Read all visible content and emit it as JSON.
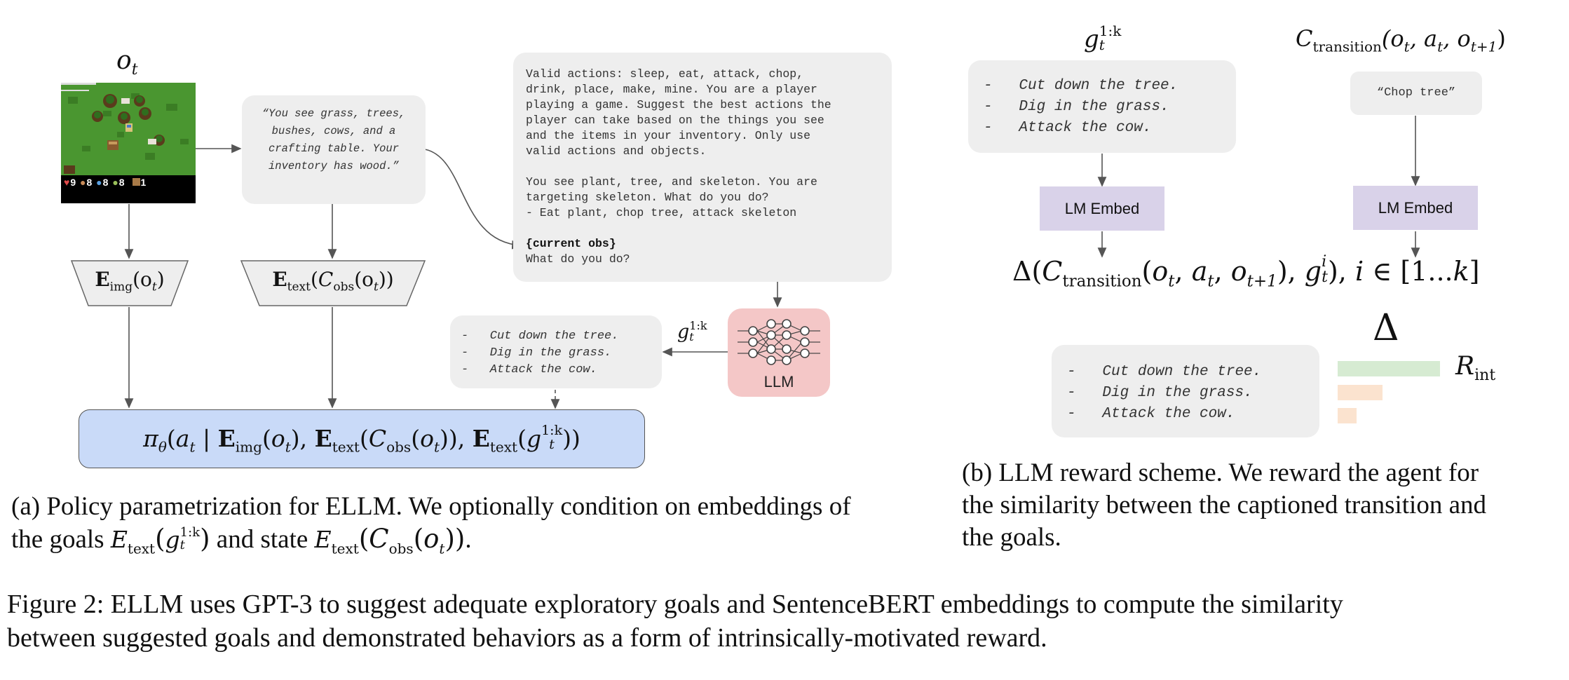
{
  "left": {
    "obs_label": "o",
    "obs_sub": "t",
    "hud": {
      "health": "9",
      "food": "8",
      "drink": "8",
      "energy": "8",
      "wood": "1"
    },
    "caption_quote": "“You see grass, trees, bushes, cows, and a crafting table. Your inventory has wood.”",
    "prompt": {
      "line1": "Valid actions: sleep, eat, attack, chop,",
      "line2": "drink, place, make, mine. You are a player",
      "line3": "playing a game. Suggest the best actions the",
      "line4": "player can take based on the things you see",
      "line5": "and the items in your inventory. Only use",
      "line6": "valid actions and objects.",
      "line7": "You see plant, tree, and skeleton. You are",
      "line8": "targeting skeleton. What do you do?",
      "line9": "- Eat plant, chop tree, attack skeleton",
      "current_obs": "{current obs}",
      "question": "What do you do?"
    },
    "img_encoder": {
      "E": "E",
      "sub": "img",
      "arg": "(o",
      "argsub": "t",
      "close": ")"
    },
    "text_encoder": {
      "E": "E",
      "sub": "text",
      "C": "C",
      "csub": "obs",
      "arg": "(o",
      "argsub": "t",
      "close": "))"
    },
    "goals": [
      "-   Cut down the tree.",
      "-   Dig in the grass.",
      "-   Attack the cow."
    ],
    "goal_var": {
      "g": "g",
      "sup": "1:k",
      "sub": "t"
    },
    "llm_label": "LLM",
    "policy": "π",
    "policy_sub": "θ",
    "caption_line1": "(a) Policy parametrization for ELLM. We optionally condition on embeddings of",
    "caption_line2_a": "the goals ",
    "caption_line2_b": " and state ",
    "caption_line2_c": "."
  },
  "right": {
    "goal_var": {
      "g": "g",
      "sup": "1:k",
      "sub": "t"
    },
    "goals": [
      "-   Cut down the tree.",
      "-   Dig in the grass.",
      "-   Attack the cow."
    ],
    "transition_label": {
      "C": "C",
      "sub": "transition",
      "args": "(o",
      "a1": "t",
      "mid": ", a",
      "a2": "t",
      "mid2": ", o",
      "a3": "t+1",
      "close": ")"
    },
    "transition_caption": "“Chop tree”",
    "embed_label_left": "LM Embed",
    "embed_label_right": "LM Embed",
    "delta_symbol": "Δ",
    "reward_goals": [
      "-   Cut down the tree.",
      "-   Dig in the grass.",
      "-   Attack the cow."
    ],
    "reward_bars": [
      0.82,
      0.36,
      0.15
    ],
    "reward_label": "R",
    "reward_sub": "int",
    "colors": {
      "bar1": "#d6ebd2",
      "bar2": "#fbe3cf",
      "bar3": "#fbe3cf",
      "embed": "#d9d2e9"
    },
    "caption_line1": "(b) LLM reward scheme. We reward the agent for",
    "caption_line2": "the similarity between the captioned transition and",
    "caption_line3": "the goals."
  },
  "figure_caption": {
    "line1": "Figure 2: ELLM uses GPT-3 to suggest adequate exploratory goals and SentenceBERT embeddings to compute the similarity",
    "line2": "between suggested goals and demonstrated behaviors as a form of intrinsically-motivated reward."
  }
}
